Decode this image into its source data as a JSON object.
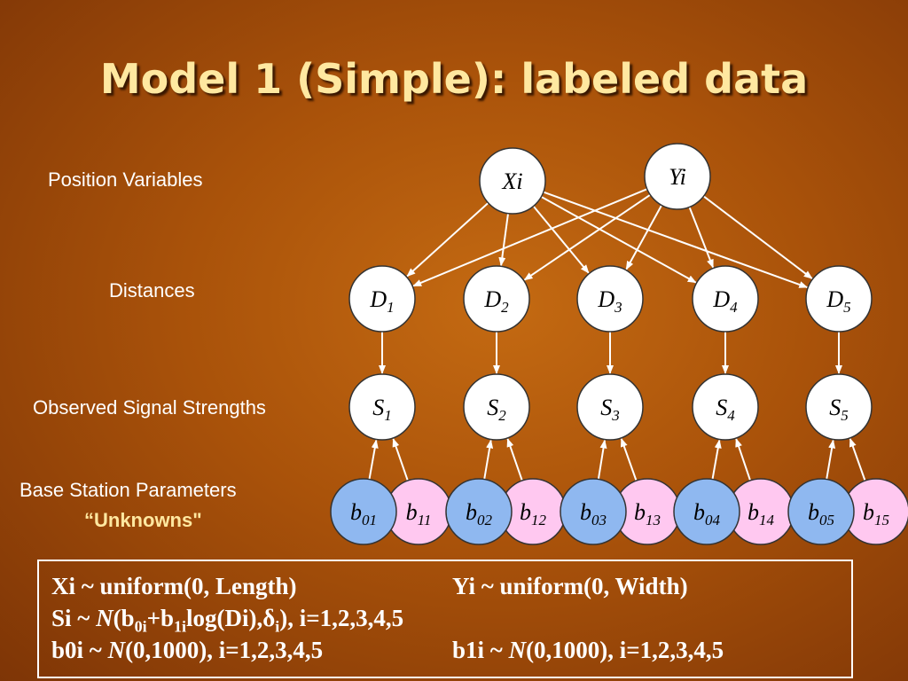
{
  "title": "Model 1 (Simple): labeled data",
  "row_labels": {
    "position": "Position Variables",
    "distances": "Distances",
    "signals": "Observed Signal Strengths",
    "base": "Base Station Parameters",
    "unknowns": "“Unknowns\""
  },
  "nodes": {
    "top": [
      {
        "main": "Xi",
        "sub": ""
      },
      {
        "main": "Yi",
        "sub": ""
      }
    ],
    "distances": [
      {
        "main": "D",
        "sub": "1"
      },
      {
        "main": "D",
        "sub": "2"
      },
      {
        "main": "D",
        "sub": "3"
      },
      {
        "main": "D",
        "sub": "4"
      },
      {
        "main": "D",
        "sub": "5"
      }
    ],
    "signals": [
      {
        "main": "S",
        "sub": "1"
      },
      {
        "main": "S",
        "sub": "2"
      },
      {
        "main": "S",
        "sub": "3"
      },
      {
        "main": "S",
        "sub": "4"
      },
      {
        "main": "S",
        "sub": "5"
      }
    ],
    "b0": [
      {
        "main": "b",
        "sub": "01"
      },
      {
        "main": "b",
        "sub": "02"
      },
      {
        "main": "b",
        "sub": "03"
      },
      {
        "main": "b",
        "sub": "04"
      },
      {
        "main": "b",
        "sub": "05"
      }
    ],
    "b1": [
      {
        "main": "b",
        "sub": "11"
      },
      {
        "main": "b",
        "sub": "12"
      },
      {
        "main": "b",
        "sub": "13"
      },
      {
        "main": "b",
        "sub": "14"
      },
      {
        "main": "b",
        "sub": "15"
      }
    ]
  },
  "colors": {
    "background": "#a9520a",
    "title": "#ffe8a0",
    "node_fill": "#ffffff",
    "b0_fill": "#8fb8f0",
    "b1_fill": "#ffc8f0",
    "arrow": "#ffffff",
    "unknowns": "#ffe8a0"
  },
  "formulas": {
    "line1_left": "Xi ~ uniform(0, Length)",
    "line1_right": "Yi ~ uniform(0, Width)",
    "line2": {
      "pre": "Si ~ ",
      "N": "N",
      "open": "(b",
      "sub1": "0i",
      "plus": "+b",
      "sub2": "1i",
      "mid": "log(Di),",
      "delta": "δ",
      "sub3": "i",
      "post": "), i=1,2,3,4,5"
    },
    "line3_left": {
      "pre": "b0i ~ ",
      "N": "N",
      "post": "(0,1000), i=1,2,3,4,5"
    },
    "line3_right": {
      "pre": "b1i ~ ",
      "N": "N",
      "post": "(0,1000), i=1,2,3,4,5"
    }
  }
}
